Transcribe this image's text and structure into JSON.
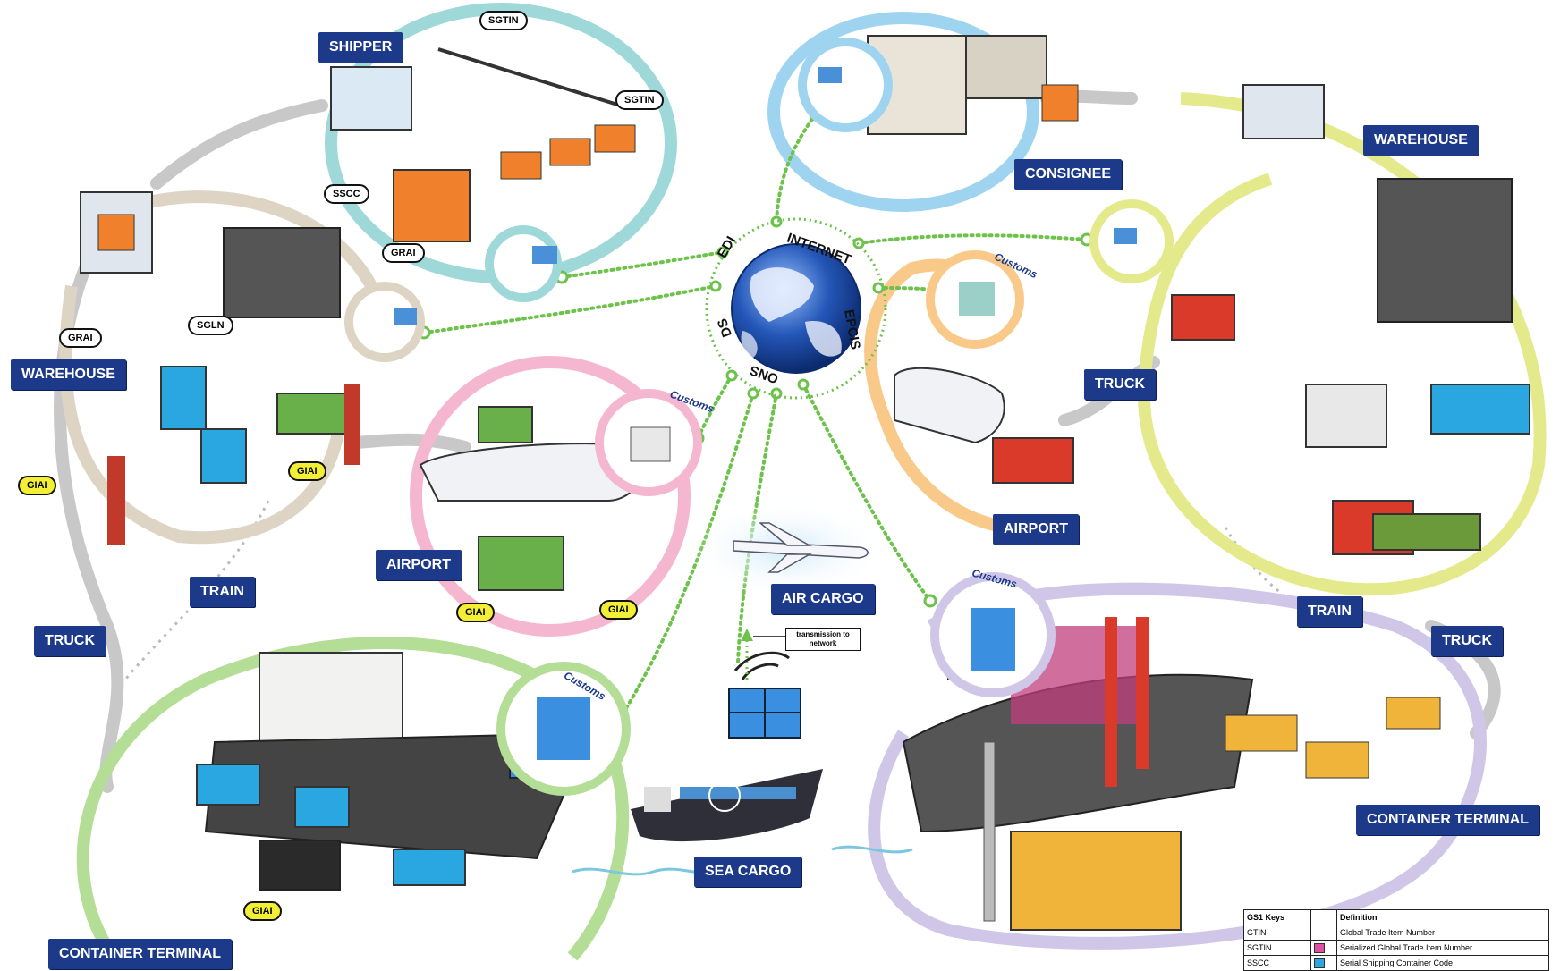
{
  "hub": {
    "labels": [
      "EDI",
      "INTERNET",
      "EPCIS",
      "ONS",
      "DS"
    ]
  },
  "locations": {
    "shipper": "SHIPPER",
    "consignee": "CONSIGNEE",
    "warehouse_left": "WAREHOUSE",
    "warehouse_right": "WAREHOUSE",
    "truck_left": "TRUCK",
    "truck_right_mid": "TRUCK",
    "truck_right_bottom": "TRUCK",
    "train_left": "TRAIN",
    "train_right": "TRAIN",
    "airport_left": "AIRPORT",
    "airport_right": "AIRPORT",
    "air_cargo": "AIR CARGO",
    "sea_cargo": "SEA CARGO",
    "container_terminal_left": "CONTAINER TERMINAL",
    "container_terminal_right": "CONTAINER TERMINAL"
  },
  "tags": {
    "sgtin_top": "SGTIN",
    "sgtin_right": "SGTIN",
    "sscc": "SSCC",
    "grai_shipper": "GRAI",
    "grai_warehouse": "GRAI",
    "sgln": "SGLN",
    "giai_left": "GIAI",
    "giai_mid": "GIAI",
    "giai_airport_a": "GIAI",
    "giai_airport_b": "GIAI",
    "giai_terminal": "GIAI"
  },
  "customs": {
    "airport_left": "Customs",
    "airport_right": "Customs",
    "terminal_left": "Customs",
    "terminal_right": "Customs"
  },
  "annotation": {
    "transmission": "transmission to network"
  },
  "legend": {
    "headers": [
      "GS1 Keys",
      "Definition"
    ],
    "rows": [
      {
        "key": "GTIN",
        "def": "Global Trade Item Number",
        "color": ""
      },
      {
        "key": "SGTIN",
        "def": "Serialized Global Trade Item Number",
        "color": "#e24fa2"
      },
      {
        "key": "SSCC",
        "def": "Serial Shipping Container Code",
        "color": "#2aa7e0"
      }
    ]
  },
  "colors": {
    "label_bg": "#1d3a8a",
    "network_line": "#6cc24a",
    "globe": "#2457b8",
    "ring_shipper": "#9fd8d8",
    "ring_consignee": "#9fd4f0",
    "ring_warehouse_left": "#ddd4c4",
    "ring_warehouse_right": "#e4ea8c",
    "ring_airport_left": "#f5b7cf",
    "ring_airport_right": "#f9c98a",
    "ring_terminal_left": "#b4dd96",
    "ring_terminal_right": "#cfc6e8",
    "road": "#c8c8c8"
  }
}
